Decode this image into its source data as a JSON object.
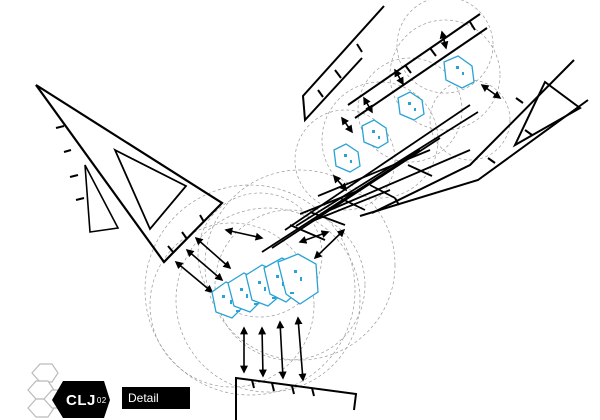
{
  "brand": {
    "name": "CLJ",
    "superscript": "02",
    "text_color": "#ffffff",
    "tile_color": "#000000"
  },
  "view_label": "Detail",
  "colors": {
    "ink": "#000000",
    "hinge": "#29a3d6",
    "construction": "#9a9a9a",
    "background": "#ffffff"
  },
  "icons": [
    "hexagon-cluster-icon"
  ]
}
